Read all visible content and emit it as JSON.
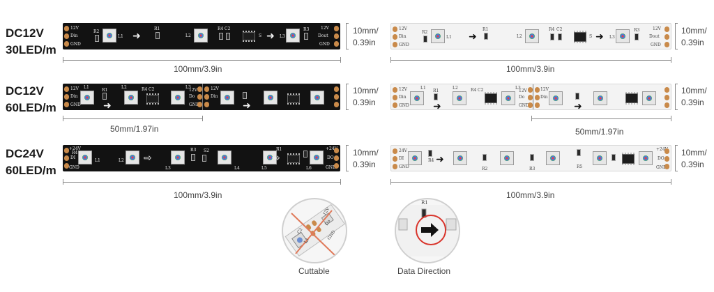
{
  "rows": [
    {
      "voltage": "DC12V",
      "density": "30LED/m",
      "black_silk": {
        "left_top": "12V",
        "left_mid": "Din",
        "left_bot": "GND",
        "right_top": "12V",
        "right_mid": "Dout",
        "right_bot": "GND",
        "l1": "L1",
        "r2": "R2",
        "r1": "R1",
        "l2": "L2",
        "r4": "R4",
        "c2": "C2",
        "s": "S",
        "l3": "L3",
        "r3": "R3"
      },
      "white_silk": {
        "left_top": "12V",
        "left_mid": "Din",
        "left_bot": "GND",
        "right_top": "12V",
        "right_mid": "Dout",
        "right_bot": "GND",
        "l1": "L1",
        "r2": "R2",
        "r1": "R1",
        "l2": "L2",
        "r4": "R4",
        "c2": "C2",
        "s": "S",
        "l3": "L3",
        "r3": "R3"
      },
      "height_dim_top": "10mm/",
      "height_dim_bottom": "0.39in",
      "length_dim_left": "100mm/3.9in",
      "length_dim_right": "100mm/3.9in"
    },
    {
      "voltage": "DC12V",
      "density": "60LED/m",
      "black_silk": {
        "left_top": "12V",
        "left_mid": "Din",
        "left_bot": "GND",
        "right_top": "12V",
        "right_mid": "Do",
        "right_bot": "GND",
        "l1": "L1",
        "r1": "R1",
        "l2": "L2",
        "r4": "R4",
        "c2": "C2",
        "l3": "L3",
        "mid_top": "12V",
        "mid_mid": "Din"
      },
      "white_silk": {
        "left_top": "12V",
        "left_mid": "Din",
        "left_bot": "GND",
        "right_top": "12V",
        "right_mid": "Do",
        "right_bot": "GND",
        "l1": "L1",
        "r1": "R1",
        "l2": "L2",
        "r4": "R4",
        "c2": "C2",
        "l3": "L3",
        "mid_top": "12V",
        "mid_mid": "Din"
      },
      "height_dim_top": "10mm/",
      "height_dim_bottom": "0.39in",
      "length_dim_left": "50mm/1.97in",
      "length_dim_right": "50mm/1.97in"
    },
    {
      "voltage": "DC24V",
      "density": "60LED/m",
      "black_silk": {
        "left_top": "+24V",
        "left_mid": "DI",
        "left_bot": "GND",
        "right_top": "+24V",
        "right_mid": "DO",
        "right_bot": "GND",
        "r4": "R4",
        "l1": "L1",
        "l2": "L2",
        "l3": "L3",
        "r3": "R3",
        "s2": "S2",
        "l4": "L4",
        "l5": "L5",
        "l6": "L6",
        "r1": "R1"
      },
      "white_silk": {
        "left_top": "24V",
        "left_mid": "DI",
        "left_bot": "GND",
        "right_top": "+24V",
        "right_mid": "DO",
        "right_bot": "GND",
        "r4": "R4",
        "r2": "R2",
        "r3": "R3",
        "r5": "R5"
      },
      "height_dim_top": "10mm/",
      "height_dim_bottom": "0.39in",
      "length_dim_left": "100mm/3.9in",
      "length_dim_right": "100mm/3.9in"
    }
  ],
  "cuttable": {
    "caption": "Cuttable",
    "silk_top": "12V",
    "silk_mid": "Do",
    "silk_bot": "GND",
    "silk_c": "C2",
    "silk_l": "L1"
  },
  "data_direction": {
    "caption": "Data Direction",
    "silk": "R1"
  },
  "colors": {
    "strip_black": "#121212",
    "strip_white": "#f3f3f3",
    "copper_pad": "#c98a4a",
    "cut_mark": "#e07a5a",
    "highlight_circle": "#d9342b"
  }
}
